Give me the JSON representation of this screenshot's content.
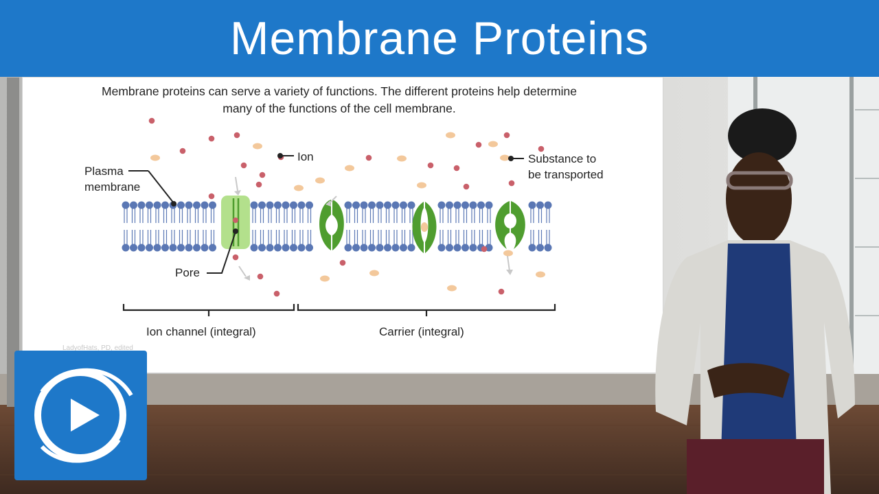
{
  "title": "Membrane Proteins",
  "intro": {
    "line1": "Membrane proteins can serve a variety of functions. The different proteins help determine",
    "line2": "many of the functions of the cell membrane."
  },
  "labels": {
    "ion": "Ion",
    "plasma_line1": "Plasma",
    "plasma_line2": "membrane",
    "substance_line1": "Substance to",
    "substance_line2": "be transported",
    "pore": "Pore",
    "ion_channel": "Ion channel (integral)",
    "carrier": "Carrier (integral)"
  },
  "credit": "LadyofHats, PD, edited",
  "colors": {
    "brand_blue": "#1e78c9",
    "phospholipid": "#5a77b4",
    "channel_green": "#b3e08c",
    "carrier_green": "#4f9d2f",
    "ion_red": "#c9606a",
    "substance_peach": "#f3c89b"
  },
  "icons": {
    "logo": "play-circle-icon"
  }
}
